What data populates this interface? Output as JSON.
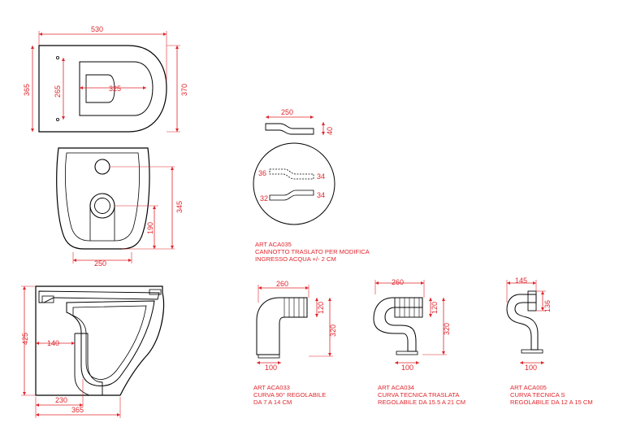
{
  "colors": {
    "outline": "#000000",
    "dimension": "#e0262d"
  },
  "top_view": {
    "width": "530",
    "depth_left": "365",
    "depth_right": "370",
    "holes_spacing": "265",
    "inner_width": "325"
  },
  "rear_view": {
    "height": "345",
    "outlet_height": "190",
    "base_width": "250"
  },
  "side_view": {
    "height": "425",
    "width": "365",
    "outlet_offset": "230",
    "outlet_depth": "140"
  },
  "aca035": {
    "length": "250",
    "height": "40",
    "detail_left_top": "36",
    "detail_right_top": "34",
    "detail_left_bottom": "32",
    "detail_right_bottom": "34",
    "caption": [
      "ART ACA035",
      "CANNOTTO TRASLATO PER MODIFICA",
      "INGRESSO ACQUA +/- 2 CM"
    ]
  },
  "aca033": {
    "width": "260",
    "right_small": "120",
    "right_large": "320",
    "bottom": "100",
    "caption": [
      "ART ACA033",
      "CURVA 90° REGOLABILE",
      "DA 7 A 14 CM"
    ]
  },
  "aca034": {
    "width": "260",
    "right_small": "120",
    "right_large": "320",
    "bottom": "100",
    "caption": [
      "ART ACA034",
      "CURVA TECNICA TRASLATA",
      "REGOLABILE DA 15.5 A 21 CM"
    ]
  },
  "aca005": {
    "width": "145",
    "right": "136",
    "bottom": "100",
    "caption": [
      "ART ACA005",
      "CURVA TECNICA S",
      "REGOLABILE DA 12 A 15 CM"
    ]
  }
}
